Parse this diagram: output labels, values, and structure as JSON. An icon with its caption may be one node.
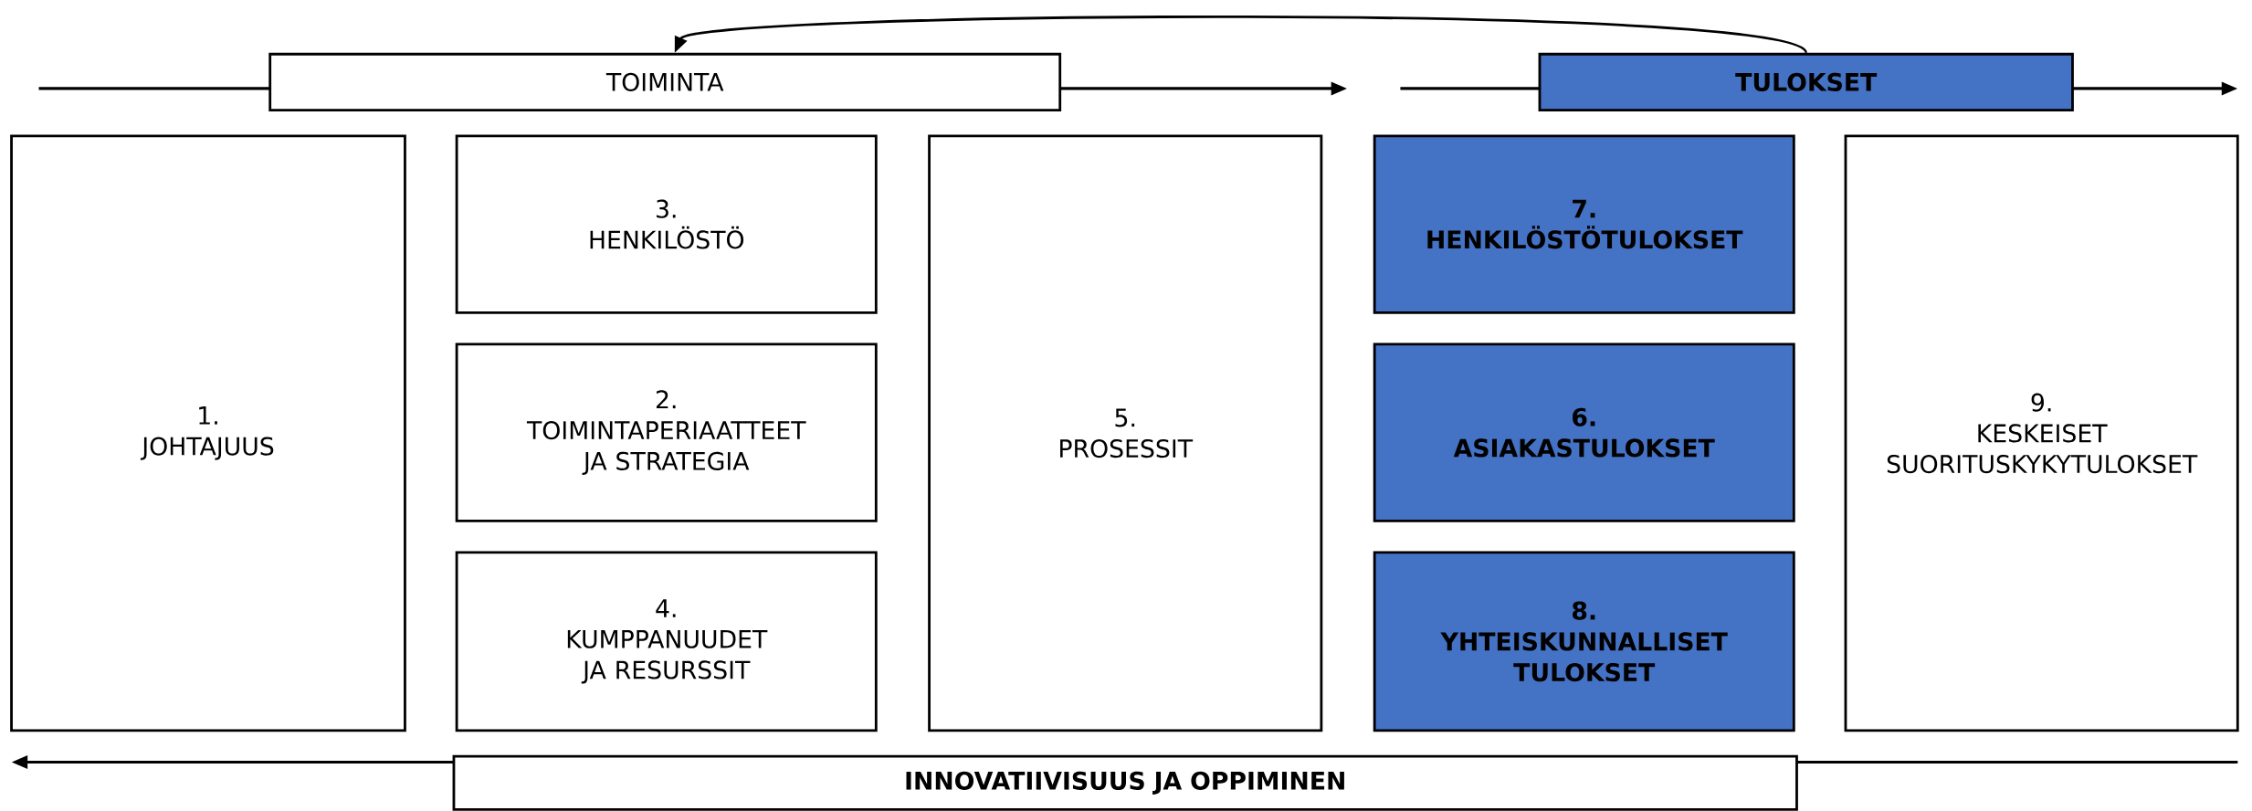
{
  "diagram": {
    "nodes": [
      {
        "text": [
          "TOIMINTA"
        ]
      },
      {
        "text": [
          "TULOKSET"
        ]
      },
      {
        "text": [
          "1.",
          "JOHTAJUUS"
        ]
      },
      {
        "text": [
          "3.",
          "HENKILÖSTÖ"
        ]
      },
      {
        "text": [
          "2.",
          "TOIMINTAPERIAATTEET JA STRATEGIA"
        ]
      },
      {
        "text": [
          "4.",
          "KUMPPANUUDET JA RESURSSIT"
        ]
      },
      {
        "text": [
          "5.",
          "PROSESSIT"
        ]
      },
      {
        "text": [
          "7.",
          "HENKILÖSTÖTULOKSET"
        ]
      },
      {
        "text": [
          "6.",
          "ASIAKASTULOKSET"
        ]
      },
      {
        "text": [
          "8.",
          "YHTEISKUNNALLISET TULOKSET"
        ]
      },
      {
        "text": [
          "9.",
          "KESKEISET SUORITUSKYKYTULOKSET"
        ]
      },
      {
        "text": [
          "INNOVATIIVISUUS JA OPPIMINEN"
        ]
      }
    ],
    "edges": [
      {
        "from": 1,
        "to": 0,
        "arrow": "to"
      }
    ]
  }
}
